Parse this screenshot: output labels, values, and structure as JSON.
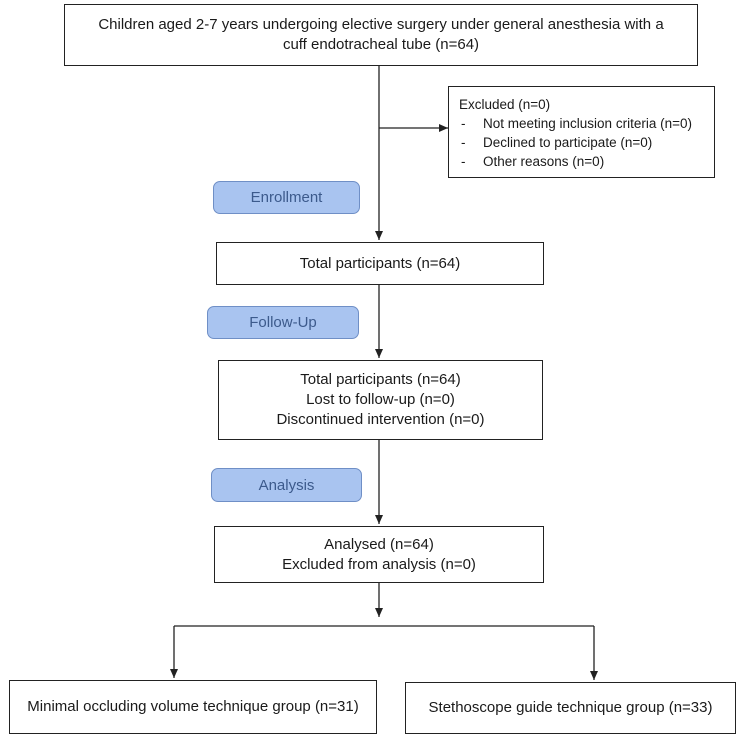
{
  "eligibility": {
    "line1": "Children aged 2-7 years undergoing elective surgery under general anesthesia with a",
    "line2": "cuff endotracheal tube (n=64)"
  },
  "excluded": {
    "title": "Excluded (n=0)",
    "reasons": [
      "Not meeting inclusion criteria (n=0)",
      "Declined to participate (n=0)",
      "Other reasons (n=0)"
    ]
  },
  "stages": {
    "enrollment": "Enrollment",
    "follow_up": "Follow-Up",
    "analysis": "Analysis"
  },
  "total_participants": "Total participants (n=64)",
  "follow_up_box": {
    "line1": "Total participants (n=64)",
    "line2": "Lost to follow-up (n=0)",
    "line3": "Discontinued intervention (n=0)"
  },
  "analysis_box": {
    "line1": "Analysed (n=64)",
    "line2": "Excluded from analysis (n=0)"
  },
  "groups": {
    "left": "Minimal occluding volume technique group (n=31)",
    "right": "Stethoscope guide technique group (n=33)"
  },
  "colors": {
    "stage_fill": "#a9c4f0",
    "stage_text": "#3c5a8c",
    "line": "#222222"
  }
}
